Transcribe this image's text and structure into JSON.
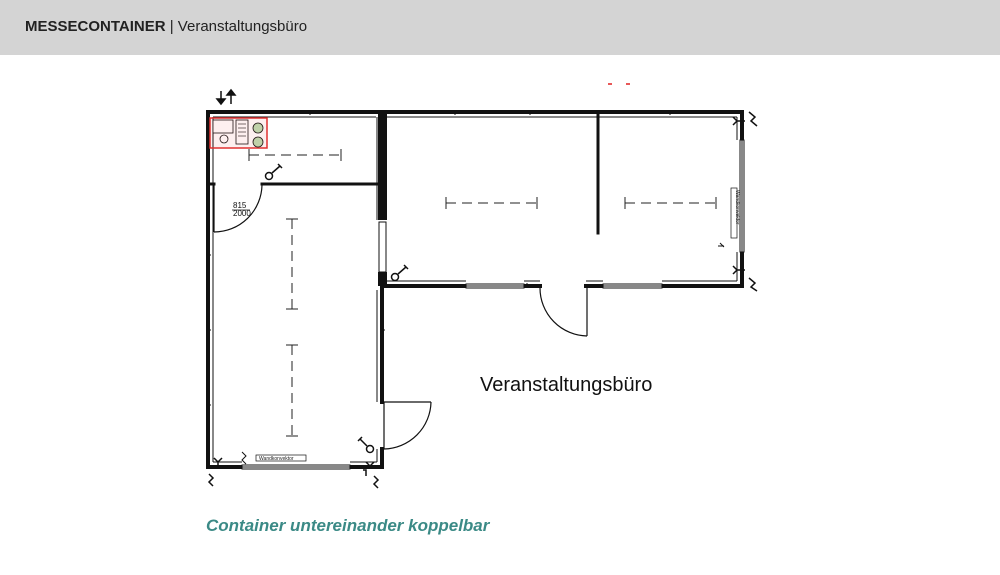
{
  "header": {
    "title_bold": "MESSECONTAINER",
    "title_rest": " | Veranstaltungsbüro"
  },
  "plan": {
    "room_label": "Veranstaltungsbüro",
    "door_size_top": "815",
    "door_size_bottom": "2000",
    "wall_label": "Wandkonvektor"
  },
  "caption": "Container untereinander koppelbar",
  "colors": {
    "header_bg": "#d4d4d4",
    "wall": "#111111",
    "kitchen_outline": "#e03030",
    "kitchen_fill": "#7bbf6a",
    "caption": "#3b8a86",
    "red_marks": "#e02020"
  }
}
